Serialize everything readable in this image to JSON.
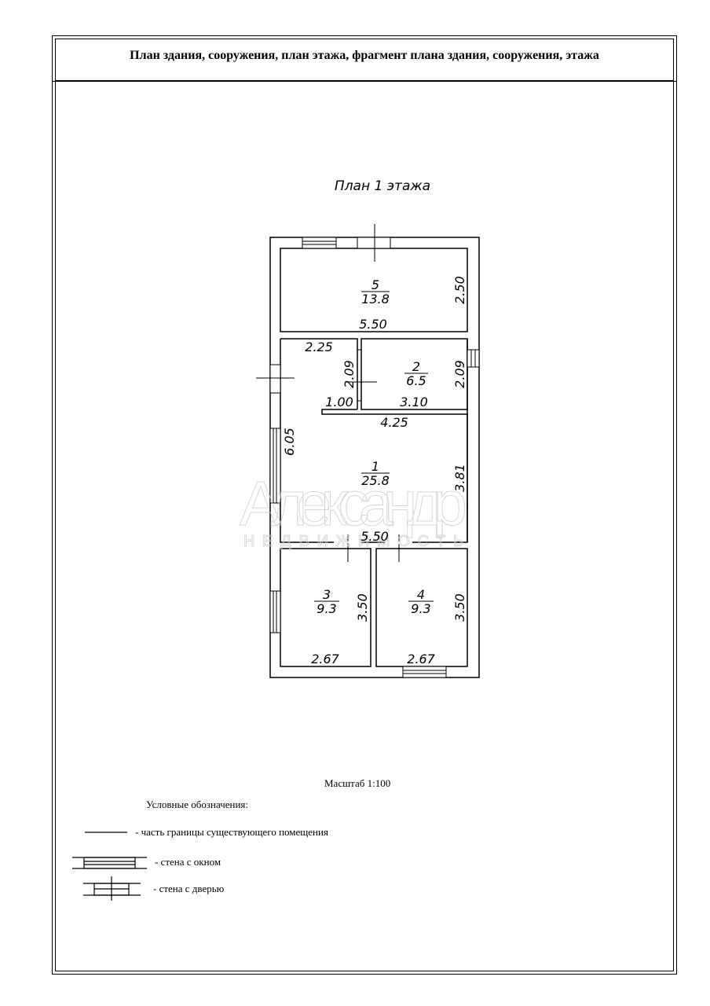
{
  "header": {
    "title": "План здания, сооружения, план этажа, фрагмент плана здания, сооружения, этажа"
  },
  "plan": {
    "title": "План 1 этажа",
    "rooms": [
      {
        "number": "5",
        "area": "13.8"
      },
      {
        "number": "2",
        "area": "6.5"
      },
      {
        "number": "1",
        "area": "25.8"
      },
      {
        "number": "3",
        "area": "9.3"
      },
      {
        "number": "4",
        "area": "9.3"
      }
    ],
    "dimensions": {
      "r5_width": "5.50",
      "r5_height": "2.50",
      "hall_width": "2.25",
      "hall_height": "2.09",
      "stub": "1.00",
      "r2_width": "3.10",
      "r2_height": "2.09",
      "r1_top": "4.25",
      "r1_left": "6.05",
      "r1_right": "3.81",
      "r1_bottom": "5.50",
      "r3_width": "2.67",
      "r3_height": "3.50",
      "r4_width": "2.67",
      "r4_height": "3.50"
    },
    "watermark": {
      "line1": "Александр",
      "line2": "НЕДВИЖИМОСТЬ"
    }
  },
  "footer": {
    "scale": "Масштаб 1:100",
    "legend_title": "Условные обозначения:",
    "legend": [
      "- часть границы существующего помещения",
      "- стена с окном",
      "- стена с дверью"
    ]
  }
}
